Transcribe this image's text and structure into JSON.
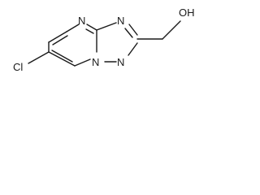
{
  "molecule": {
    "atoms": {
      "chlorine": "Cl",
      "n_pyrimidine": "N",
      "n_triazole_right": "N",
      "n_triazole_bottom_left": "N",
      "n_triazole_bottom_right": "N",
      "hydroxyl": "OH"
    }
  }
}
